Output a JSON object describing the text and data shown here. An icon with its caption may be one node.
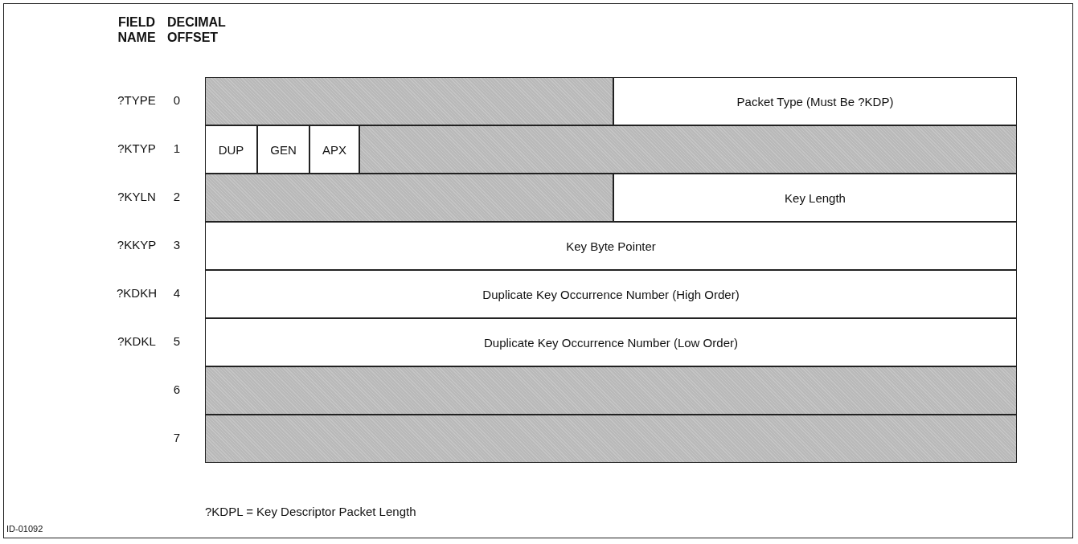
{
  "diagram": {
    "nodes": [
      {
        "text": [],
        "shape": "box"
      },
      {
        "text": [
          "Packet Type (Must Be ?KDP)"
        ]
      },
      {
        "text": [
          "DUP"
        ]
      },
      {
        "text": [
          "GEN"
        ]
      },
      {
        "text": [
          "APX"
        ]
      },
      {
        "text": [],
        "shape": "box"
      },
      {
        "text": [],
        "shape": "box"
      },
      {
        "text": [
          "Key Length"
        ]
      },
      {
        "text": [
          "Key Byte Pointer"
        ]
      },
      {
        "text": [
          "Duplicate Key Occurrence Number (High Order)"
        ]
      },
      {
        "text": [
          "Duplicate Key Occurrence Number (Low Order)"
        ]
      },
      {
        "text": [],
        "shape": "box"
      },
      {
        "text": [],
        "shape": "box"
      }
    ],
    "edges": [],
    "labels": [
      "FIELD NAME",
      "DECIMAL OFFSET",
      "?TYPE",
      "0",
      "?KTYP",
      "1",
      "?KYLN",
      "2",
      "?KKYP",
      "3",
      "?KDKH",
      "4",
      "?KDKL",
      "5",
      "6",
      "7",
      "?KDPL = Key Descriptor Packet Length",
      "ID-01092"
    ]
  }
}
